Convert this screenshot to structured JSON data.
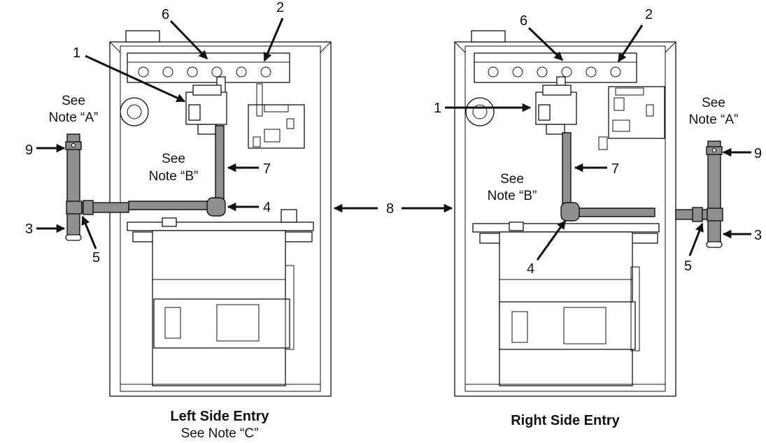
{
  "diagram": {
    "left_panel": {
      "caption": "Left Side Entry",
      "subcaption": "See Note “C”",
      "callouts": [
        "1",
        "2",
        "3",
        "4",
        "5",
        "6",
        "7",
        "9"
      ],
      "note_a": [
        "See",
        "Note “A”"
      ],
      "note_b": [
        "See",
        "Note “B”"
      ]
    },
    "right_panel": {
      "caption": "Right Side Entry",
      "callouts": [
        "1",
        "2",
        "3",
        "4",
        "5",
        "6",
        "7",
        "9"
      ],
      "note_a": [
        "See",
        "Note “A”"
      ],
      "note_b": [
        "See",
        "Note “B”"
      ]
    },
    "shared_callout": "8",
    "colors": {
      "pipe": "#8f8f8f",
      "line": "#111111",
      "background": "#ffffff"
    }
  }
}
